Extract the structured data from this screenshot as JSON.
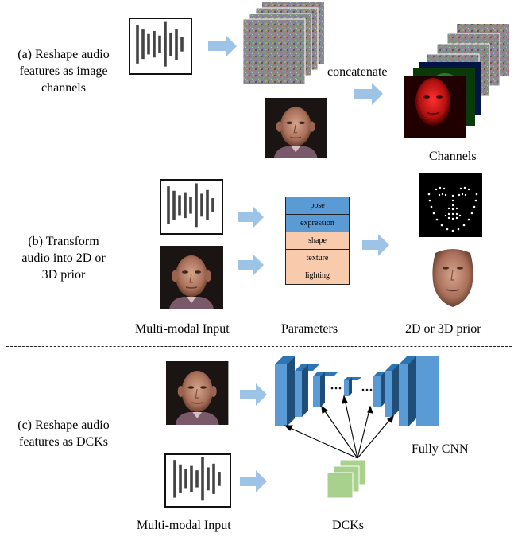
{
  "section_a": {
    "label_lines": [
      "(a) Reshape audio",
      "features as image",
      "channels"
    ],
    "concatenate": "concatenate",
    "channels": "Channels"
  },
  "section_b": {
    "label_lines": [
      "(b) Transform",
      "audio into 2D or",
      "3D prior"
    ],
    "parameters": [
      {
        "label": "pose",
        "color": "#5b9bd5"
      },
      {
        "label": "expression",
        "color": "#5b9bd5"
      },
      {
        "label": "shape",
        "color": "#f8cbad"
      },
      {
        "label": "texture",
        "color": "#f8cbad"
      },
      {
        "label": "lighting",
        "color": "#f8cbad"
      }
    ],
    "multimodal_input": "Multi-modal Input",
    "parameters_caption": "Parameters",
    "prior_caption": "2D or 3D prior"
  },
  "section_c": {
    "label_lines": [
      "(c) Reshape audio",
      "features as DCKs"
    ],
    "fully_cnn": "Fully CNN",
    "multimodal_input": "Multi-modal Input",
    "dcks": "DCKs"
  },
  "colors": {
    "arrow": "#9dc3e6",
    "cnn_front": "#5b9bd5",
    "cnn_side": "#1f4e79",
    "cnn_top": "#2e75b6",
    "dck": "#a9d18e",
    "wave": "#444444"
  }
}
